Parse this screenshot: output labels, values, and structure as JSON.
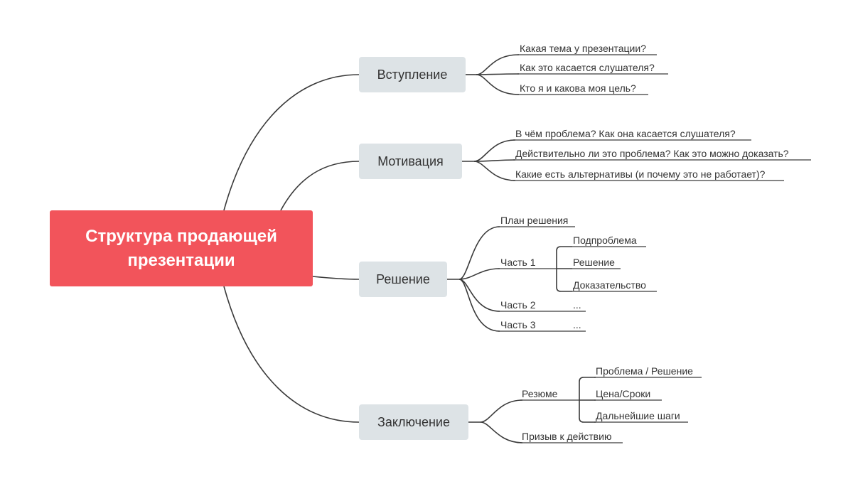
{
  "title": "Структура продающей презентации",
  "branches": {
    "intro": {
      "label": "Вступление",
      "items": [
        "Какая тема у презентации?",
        "Как это касается слушателя?",
        "Кто я и какова моя цель?"
      ]
    },
    "motivation": {
      "label": "Мотивация",
      "items": [
        "В чём проблема? Как она касается слушателя?",
        "Действительно ли это проблема? Как это можно доказать?",
        "Какие есть альтернативы (и почему это не работает)?"
      ]
    },
    "solution": {
      "label": "Решение",
      "plan": "План решения",
      "part1": {
        "label": "Часть 1",
        "items": [
          "Подпроблема",
          "Решение",
          "Доказательство"
        ]
      },
      "part2": {
        "label": "Часть 2",
        "child": "..."
      },
      "part3": {
        "label": "Часть 3",
        "child": "..."
      }
    },
    "conclusion": {
      "label": "Заключение",
      "summary": {
        "label": "Резюме",
        "items": [
          "Проблема / Решение",
          "Цена/Сроки",
          "Дальнейшие шаги"
        ]
      },
      "cta": "Призыв к действию"
    }
  },
  "colors": {
    "root": "#f2545b",
    "branch_bg": "#dde3e6",
    "line": "#3a3a3a"
  }
}
